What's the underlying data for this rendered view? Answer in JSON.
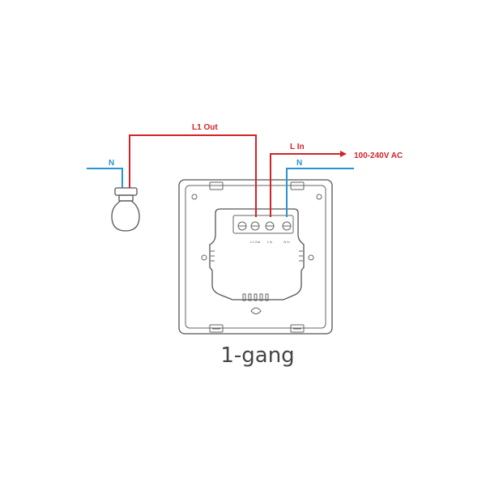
{
  "wire_labels": {
    "l1_out": "L1 Out",
    "l_in": "L In",
    "neutral_lamp": "N",
    "neutral_supply": "N",
    "supply": "100-240V AC"
  },
  "terminal_labels": {
    "l1_out": "L1 Out",
    "l_in": "L In",
    "n_in": "N In"
  },
  "caption": "1-gang",
  "colors": {
    "live": "#d2232a",
    "neutral": "#2b93d1",
    "outline": "#555555"
  }
}
